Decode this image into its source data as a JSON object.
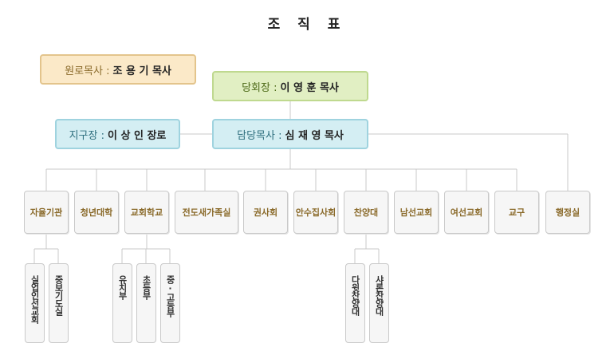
{
  "title": "조 직 표",
  "top_boxes": {
    "elder_label": "원로목사 :",
    "elder_name": "조 용 기 목사",
    "chair_label": "당회장 :",
    "chair_name": "이 영 훈 목사",
    "district_label": "지구장 :",
    "district_name": "이 상 인 장로",
    "pastor_label": "담당목사 :",
    "pastor_name": "심 재 영 목사"
  },
  "departments": [
    "자율기관",
    "청년대학",
    "교회학교",
    "전도새가족실",
    "권사회",
    "안수집사회",
    "찬양대",
    "남선교회",
    "여선교회",
    "교구",
    "행정실"
  ],
  "sub_units": {
    "자율기관": [
      "실업인선교회",
      "중보기도실"
    ],
    "교회학교": [
      "유치부",
      "초등부",
      "중·고등부"
    ],
    "찬양대": [
      "다윗찬양대",
      "샤론찬양대"
    ]
  },
  "colors": {
    "elder_box": "#fbe9c8",
    "chair_box": "#e1efc3",
    "pastor_box": "#d4eef3",
    "dept_text": "#8a6a2a",
    "line": "#c8c8c8"
  }
}
